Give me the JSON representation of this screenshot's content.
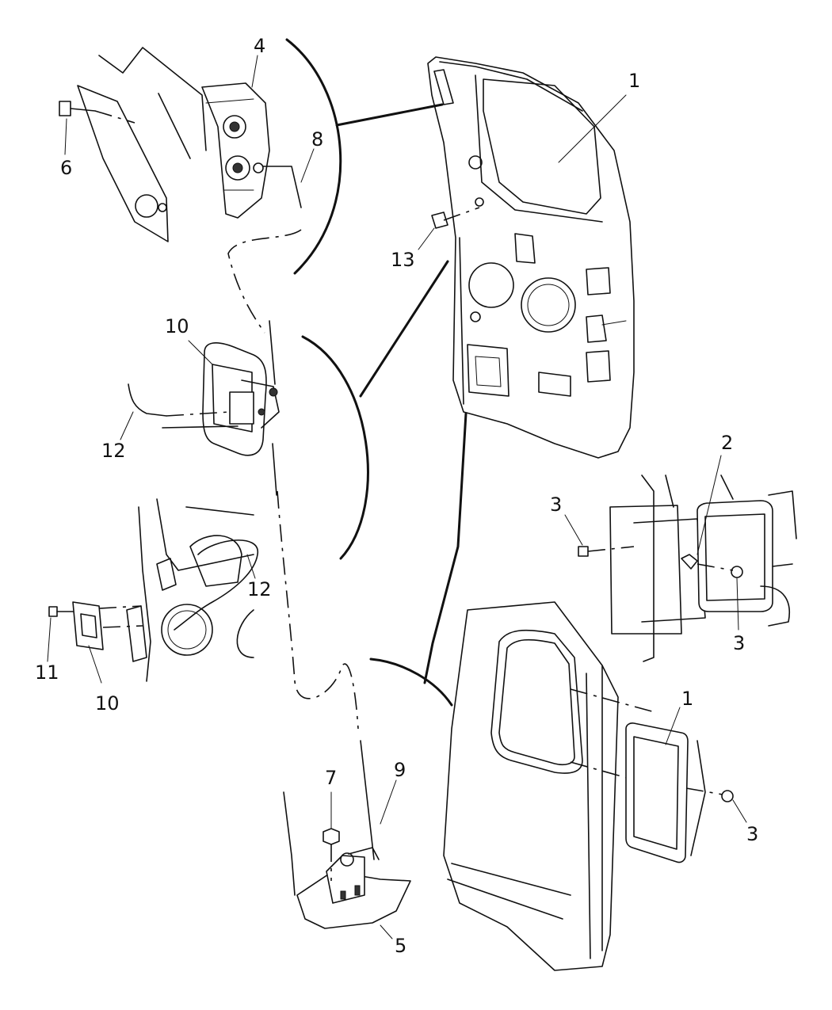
{
  "diagram": {
    "callouts": [
      {
        "id": "c1a",
        "text": "1"
      },
      {
        "id": "c1b",
        "text": "1"
      },
      {
        "id": "c2",
        "text": "2"
      },
      {
        "id": "c3a",
        "text": "3"
      },
      {
        "id": "c3b",
        "text": "3"
      },
      {
        "id": "c3c",
        "text": "3"
      },
      {
        "id": "c4",
        "text": "4"
      },
      {
        "id": "c5",
        "text": "5"
      },
      {
        "id": "c6",
        "text": "6"
      },
      {
        "id": "c7",
        "text": "7"
      },
      {
        "id": "c8",
        "text": "8"
      },
      {
        "id": "c9",
        "text": "9"
      },
      {
        "id": "c10a",
        "text": "10"
      },
      {
        "id": "c10b",
        "text": "10"
      },
      {
        "id": "c11",
        "text": "11"
      },
      {
        "id": "c12a",
        "text": "12"
      },
      {
        "id": "c12b",
        "text": "12"
      },
      {
        "id": "c13",
        "text": "13"
      }
    ]
  }
}
